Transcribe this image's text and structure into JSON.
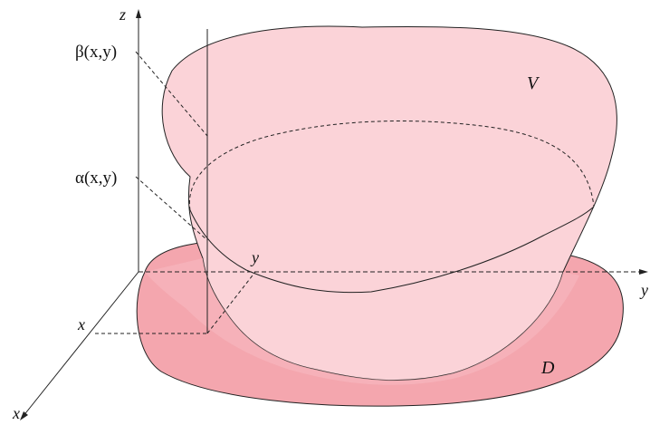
{
  "labels": {
    "z_axis": "z",
    "y_axis": "y",
    "x_axis": "x",
    "upper_bound": "β(x,y)",
    "lower_bound": "α(x,y)",
    "x_point": "x",
    "y_point": "y",
    "solid": "V",
    "region": "D"
  },
  "colors": {
    "solid_fill": "#fbd3d8",
    "region_fill": "#f4a6ae",
    "overlap_fill": "#f7b9c0",
    "stroke": "#222222"
  }
}
